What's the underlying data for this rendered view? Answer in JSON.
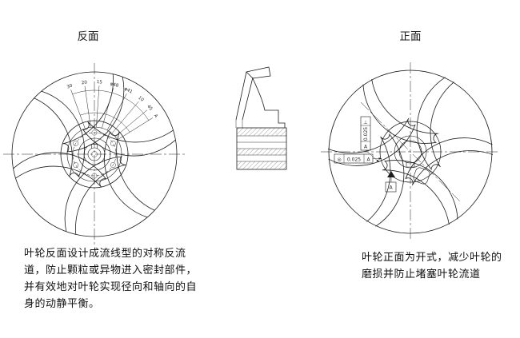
{
  "titles": {
    "back": "反面",
    "front": "正面"
  },
  "captions": {
    "left_lines": [
      "叶轮反面设计成流线型的对称反流",
      "道，防止颗粒或异物进入密封部件，",
      "并有效地对叶轮实现径向和轴向的自",
      "身的动静平衡。"
    ],
    "right_lines": [
      "叶轮正面为开式，减少叶轮的",
      "磨损并防止堵塞叶轮流道"
    ]
  },
  "left_view": {
    "dims": [
      "30",
      "20",
      "15",
      "φ48",
      "φ41",
      "10",
      "45",
      "A"
    ]
  },
  "right_view": {
    "gdt_vertical": {
      "symbol": "⊥",
      "value": "0.025",
      "datum": "A"
    },
    "gdt_horizontal": {
      "symbol": "◎",
      "value": "0.025",
      "datum": "A"
    },
    "datum_label": "A"
  },
  "colors": {
    "ink": "#1c1c1c",
    "background": "#ffffff"
  }
}
